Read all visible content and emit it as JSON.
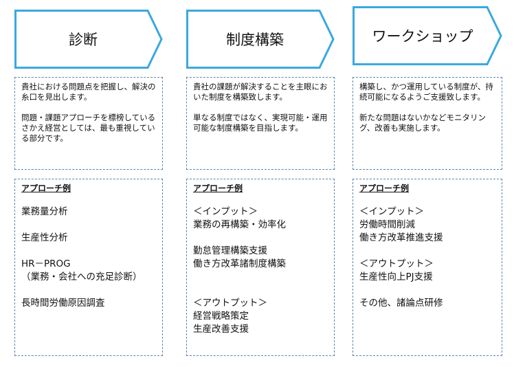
{
  "accent": "#3aa8e0",
  "border": "#5b84b1",
  "columns": [
    {
      "title": "診断",
      "description": [
        "貴社における問題点を把握し、解決の糸口を見出します。",
        "問題・課題アプローチを標榜しているさかえ経営としては、最も重視している部分です。"
      ],
      "approach_heading": "アプローチ例",
      "approach_items": [
        "業務量分析",
        "生産性分析",
        "HR－PROG",
        "（業務・会社への充足診断）",
        "長時間労働原因調査"
      ]
    },
    {
      "title": "制度構築",
      "description": [
        "貴社の課題が解決することを主眼においた制度を構築致します。",
        "単なる制度ではなく、実現可能・運用可能な制度構築を目指します。"
      ],
      "approach_heading": "アプローチ例",
      "approach_items": [
        "＜インプット＞",
        "業務の再構築・効率化",
        "勤怠管理構築支援",
        "働き方改革諸制度構築",
        "＜アウトプット＞",
        "経営戦略策定",
        "生産改善支援"
      ]
    },
    {
      "title": "ワークショップ",
      "description": [
        "構築し、かつ運用している制度が、持続可能になるようご支援致します。",
        "新たな問題はないかなどモニタリング、改善も実施します。"
      ],
      "approach_heading": "アプローチ例",
      "approach_items": [
        "＜インプット＞",
        "労働時間削減",
        "働き方改革推進支援",
        "＜アウトプット＞",
        "生産性向上PJ支援",
        "その他、諸論点研修"
      ]
    }
  ]
}
